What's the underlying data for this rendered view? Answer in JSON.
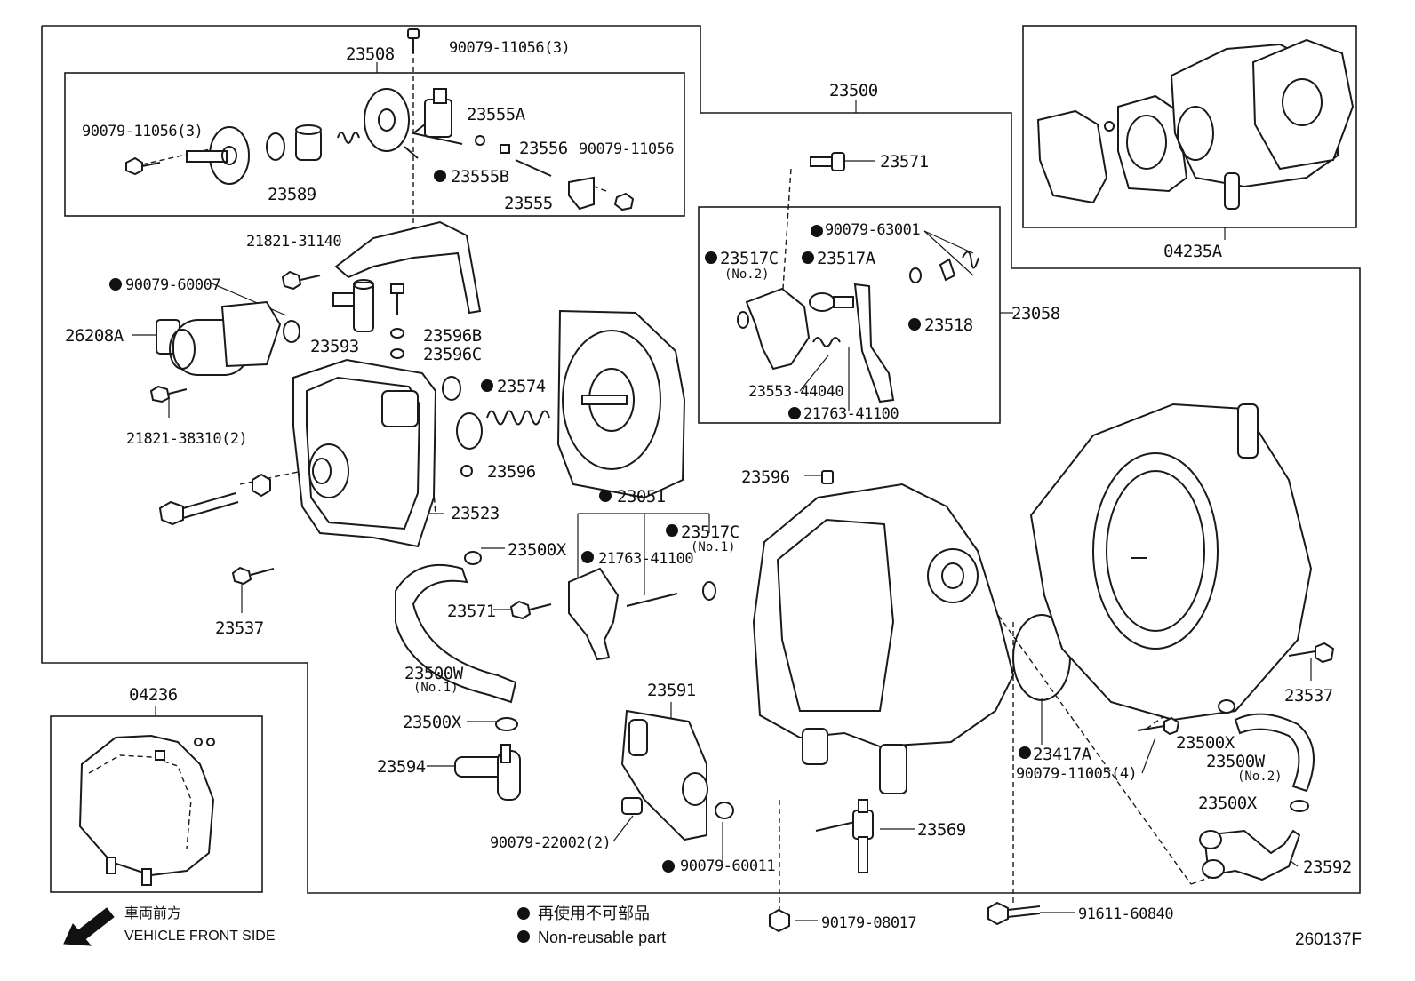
{
  "labels": [
    {
      "text": "23508"
    },
    {
      "text": "90079-11056(3)"
    },
    {
      "text": "90079-11056(3)"
    },
    {
      "text": "23555A"
    },
    {
      "text": "23556"
    },
    {
      "text": "90079-11056"
    },
    {
      "text": "23555B"
    },
    {
      "text": "23589"
    },
    {
      "text": "23555"
    },
    {
      "text": "23500"
    },
    {
      "text": "23571"
    },
    {
      "text": "90079-63001"
    },
    {
      "text": "23517C"
    },
    {
      "text": "23517A"
    },
    {
      "text": "23518"
    },
    {
      "text": "23058"
    },
    {
      "text": "23553-44040"
    },
    {
      "text": "21763-41100"
    },
    {
      "text": "04235A"
    },
    {
      "text": "21821-31140"
    },
    {
      "text": "90079-60007"
    },
    {
      "text": "26208A"
    },
    {
      "text": "23593"
    },
    {
      "text": "23596B"
    },
    {
      "text": "23596C"
    },
    {
      "text": "23574"
    },
    {
      "text": "21821-38310(2)"
    },
    {
      "text": "23596"
    },
    {
      "text": "23523"
    },
    {
      "text": "23537"
    },
    {
      "text": "23051"
    },
    {
      "text": "23517C"
    },
    {
      "text": "21763-41100"
    },
    {
      "text": "23500X"
    },
    {
      "text": "23571"
    },
    {
      "text": "23596"
    },
    {
      "text": "23500W"
    },
    {
      "text": "23500X"
    },
    {
      "text": "23594"
    },
    {
      "text": "23591"
    },
    {
      "text": "90079-22002(2)"
    },
    {
      "text": "90079-60011"
    },
    {
      "text": "23569"
    },
    {
      "text": "23417A"
    },
    {
      "text": "90079-11005(4)"
    },
    {
      "text": "23537"
    },
    {
      "text": "23500X"
    },
    {
      "text": "23500W"
    },
    {
      "text": "23500X"
    },
    {
      "text": "23592"
    },
    {
      "text": "90179-08017"
    },
    {
      "text": "91611-60840"
    },
    {
      "text": "04236"
    }
  ],
  "sublabels": [
    {
      "text": "(No.2)"
    },
    {
      "text": "(No.1)"
    },
    {
      "text": "(No.1)"
    },
    {
      "text": "(No.2)"
    }
  ],
  "legend": {
    "front_jp": "車両前方",
    "front_en": "VEHICLE FRONT SIDE",
    "nonreuse_jp": "再使用不可部品",
    "nonreuse_en": "Non-reusable part"
  },
  "figure_id": "260137F"
}
